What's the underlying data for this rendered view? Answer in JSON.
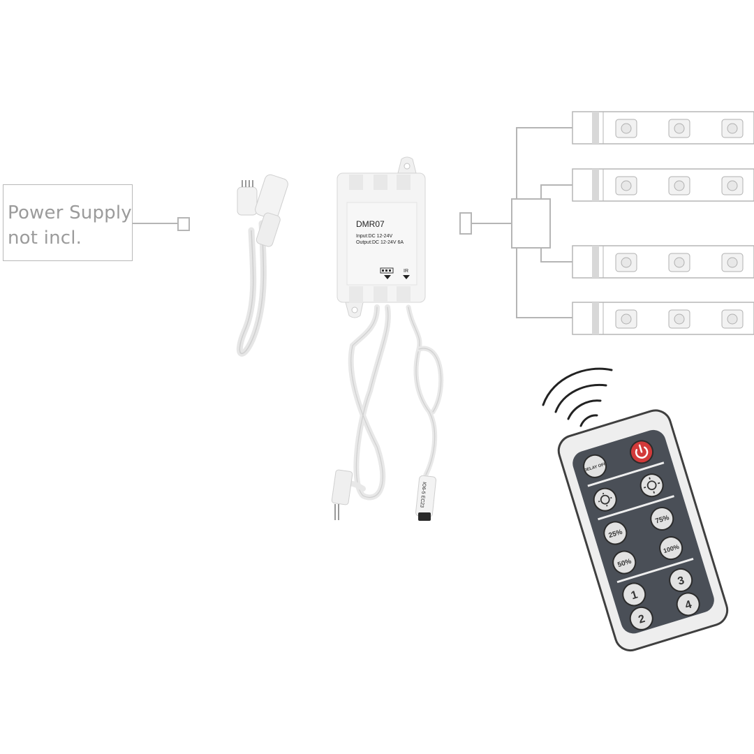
{
  "power_supply": {
    "line1": "Power Supply",
    "line2": "not incl."
  },
  "controller": {
    "model": "DMR07",
    "input": "Input:DC 12-24V",
    "output": "Output:DC 12-24V  6A",
    "port_ir": "IR",
    "cable_tag": "IO6-5 EC23"
  },
  "remote": {
    "buttons": {
      "delay_off": "DELAY OFF",
      "b25": "25%",
      "b75": "75%",
      "b50": "50%",
      "b100": "100%",
      "n1": "1",
      "n2": "2",
      "n3": "3",
      "n4": "4"
    }
  },
  "colors": {
    "line": "#b5b5b5",
    "controller_body": "#f4f4f4",
    "remote_body": "#eeeeee",
    "remote_panel": "#4a4f57",
    "power_button": "#d23a3a"
  },
  "icons": [
    "plug-icon",
    "ir-signal-icon",
    "power-icon",
    "brightness-down-icon",
    "brightness-up-icon",
    "led-icon"
  ]
}
